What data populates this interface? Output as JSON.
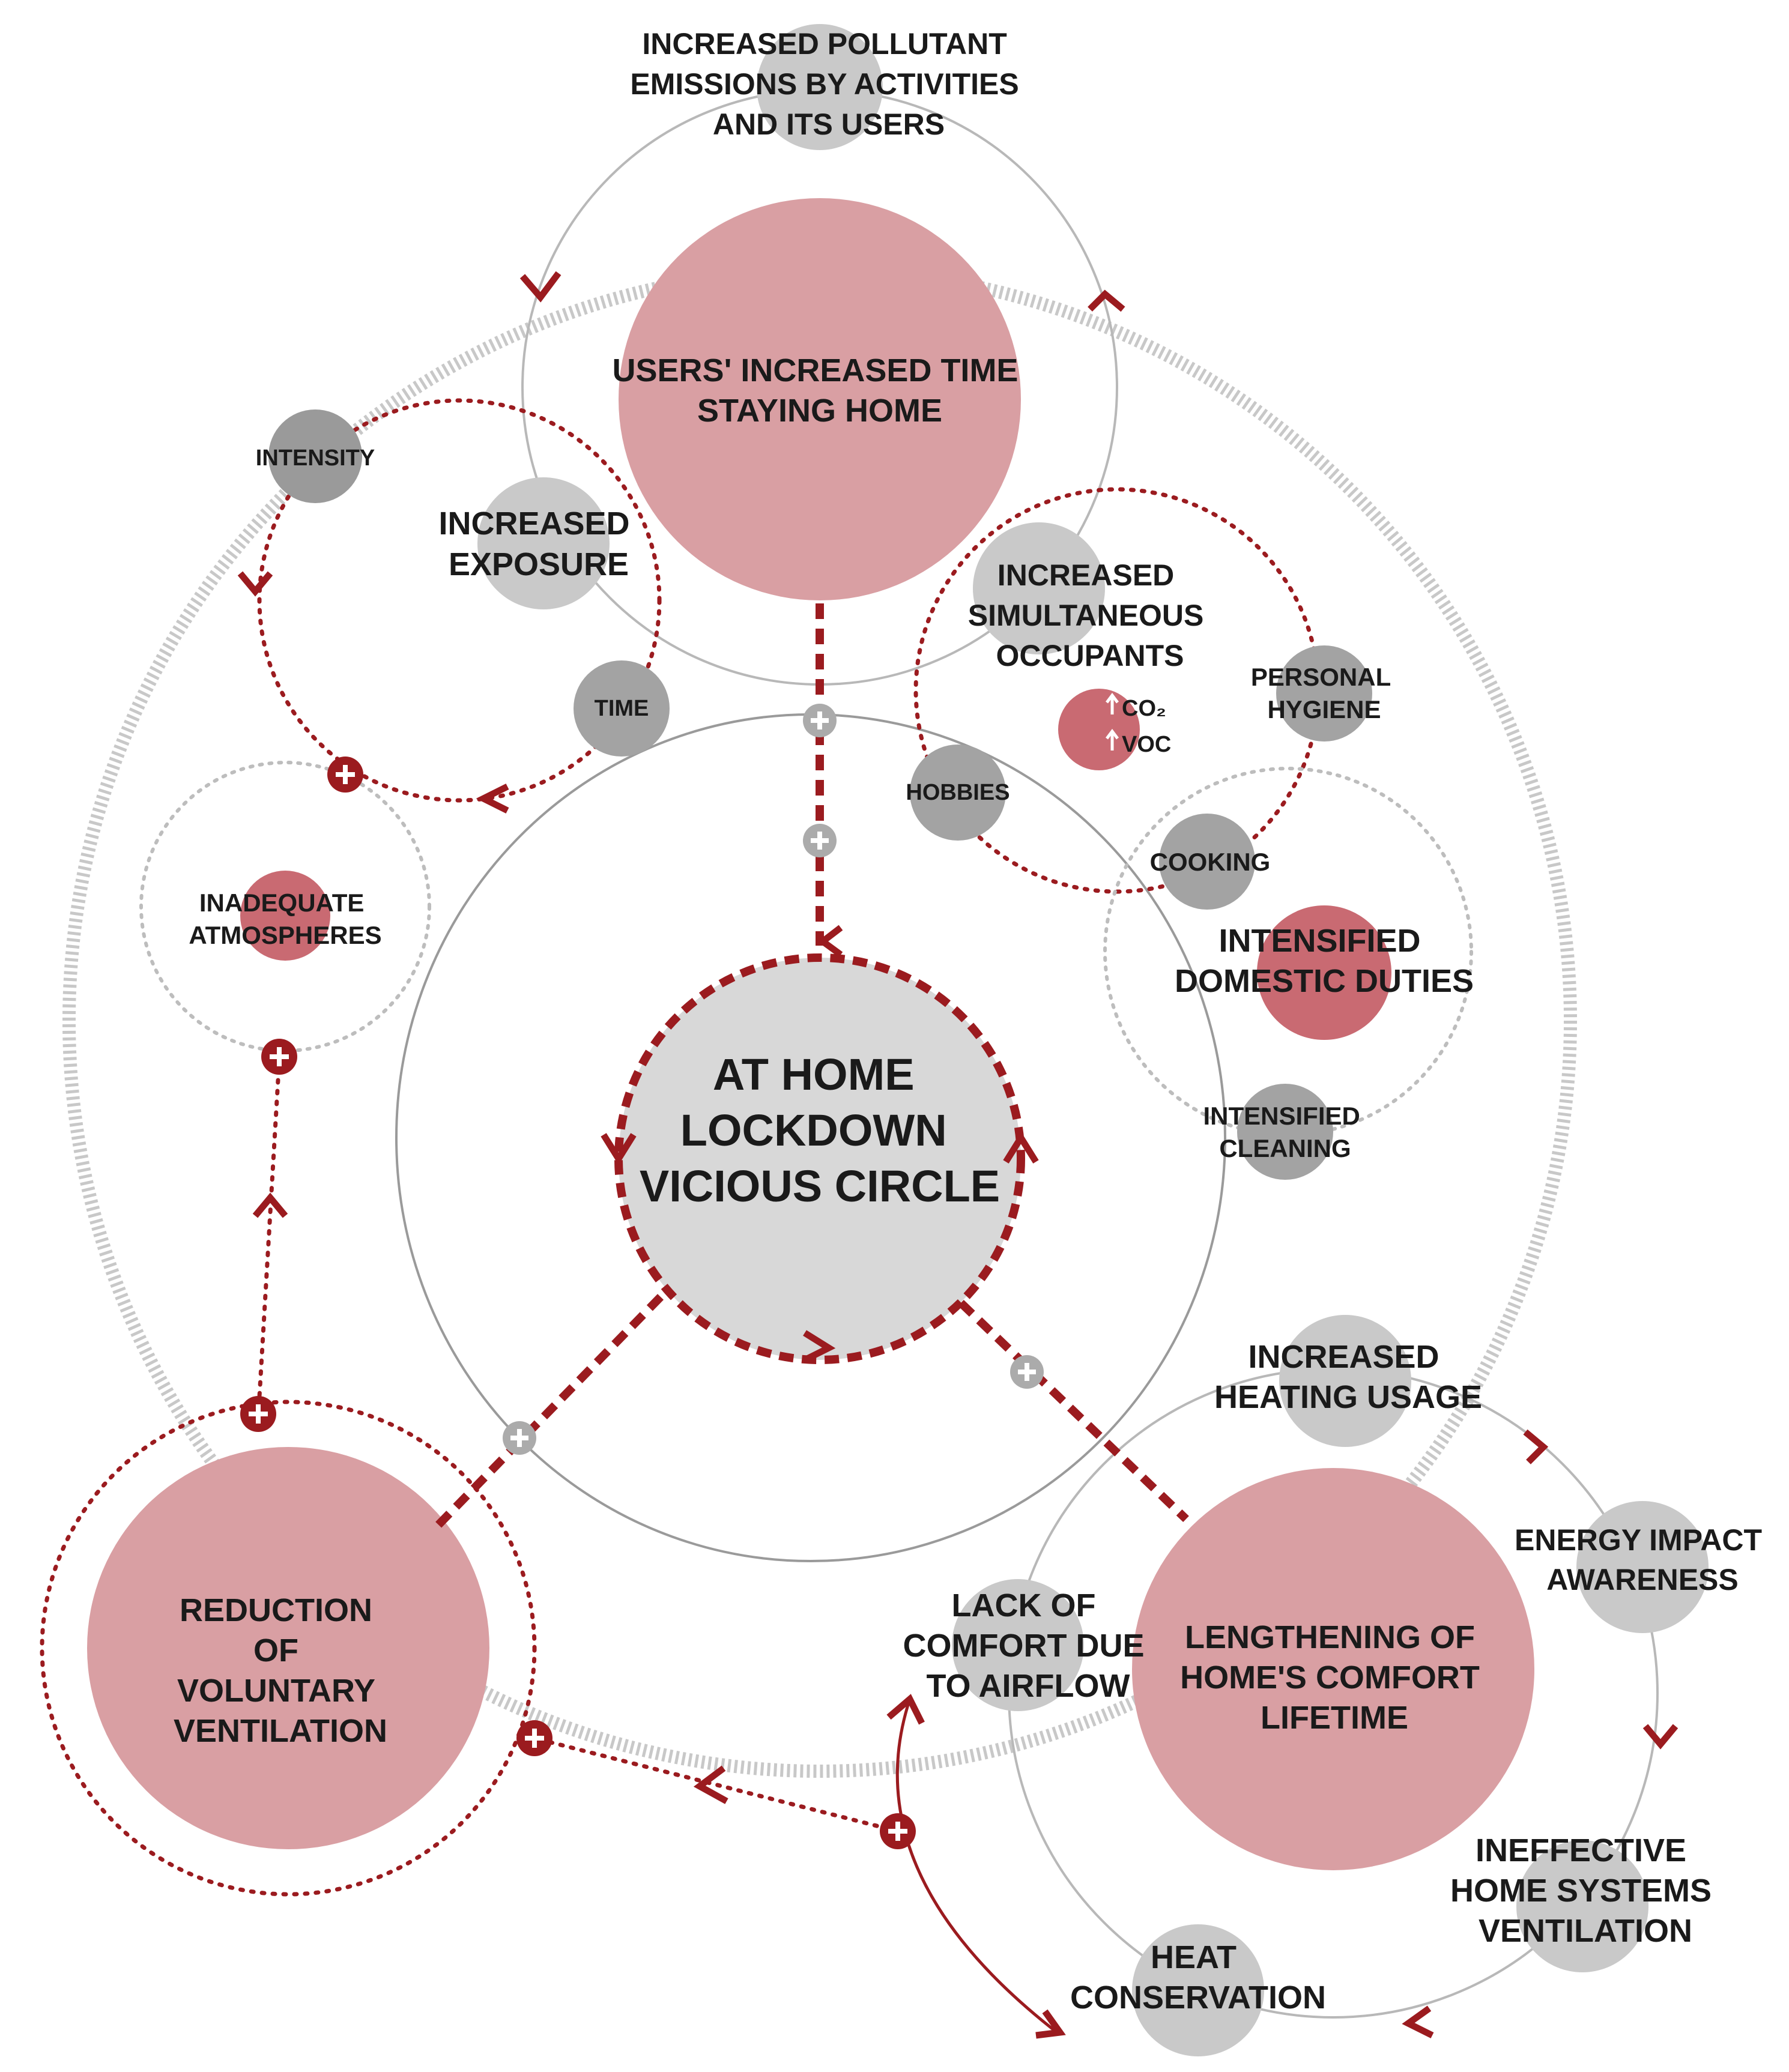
{
  "colors": {
    "main_node": "#d99fa3",
    "minor_node_red": "#c96a72",
    "satellite": "#c3c3c3",
    "center_fill": "#d8d8d8",
    "dashed_red": "#9b1b1f",
    "thin_line": "#b5b5b5",
    "hatch": "#c8c8c8"
  },
  "center": {
    "lines": [
      "AT HOME",
      "LOCKDOWN",
      "VICIOUS CIRCLE"
    ]
  },
  "main_nodes": {
    "users_time": [
      "USERS' INCREASED TIME",
      "STAYING HOME"
    ],
    "voluntary_ventilation": [
      "REDUCTION",
      "OF",
      "VOLUNTARY",
      "VENTILATION"
    ],
    "comfort_lifetime": [
      "LENGTHENING OF",
      "HOME'S COMFORT",
      "LIFETIME"
    ]
  },
  "labels": {
    "pollutant": [
      "INCREASED POLLUTANT",
      "EMISSIONS BY ACTIVITIES",
      "AND ITS USERS"
    ],
    "intensity": "INTENSITY",
    "exposure": [
      "INCREASED",
      "EXPOSURE"
    ],
    "time": "TIME",
    "inadequate": [
      "INADEQUATE",
      "ATMOSPHERES"
    ],
    "occupants": [
      "INCREASED",
      "SIMULTANEOUS",
      "OCCUPANTS"
    ],
    "co2": "CO₂",
    "voc": "VOC",
    "hygiene": [
      "PERSONAL",
      "HYGIENE"
    ],
    "hobbies": "HOBBIES",
    "cooking": "COOKING",
    "duties": [
      "INTENSIFIED",
      "DOMESTIC DUTIES"
    ],
    "cleaning": [
      "INTENSIFIED",
      "CLEANING"
    ],
    "heating": [
      "INCREASED",
      "HEATING USAGE"
    ],
    "energy": [
      "ENERGY IMPACT",
      "AWARENESS"
    ],
    "airflow": [
      "LACK OF",
      "COMFORT DUE",
      "TO AIRFLOW"
    ],
    "ineffective": [
      "INEFFECTIVE",
      "HOME SYSTEMS",
      "VENTILATION"
    ],
    "heat": [
      "HEAT",
      "CONSERVATION"
    ]
  }
}
